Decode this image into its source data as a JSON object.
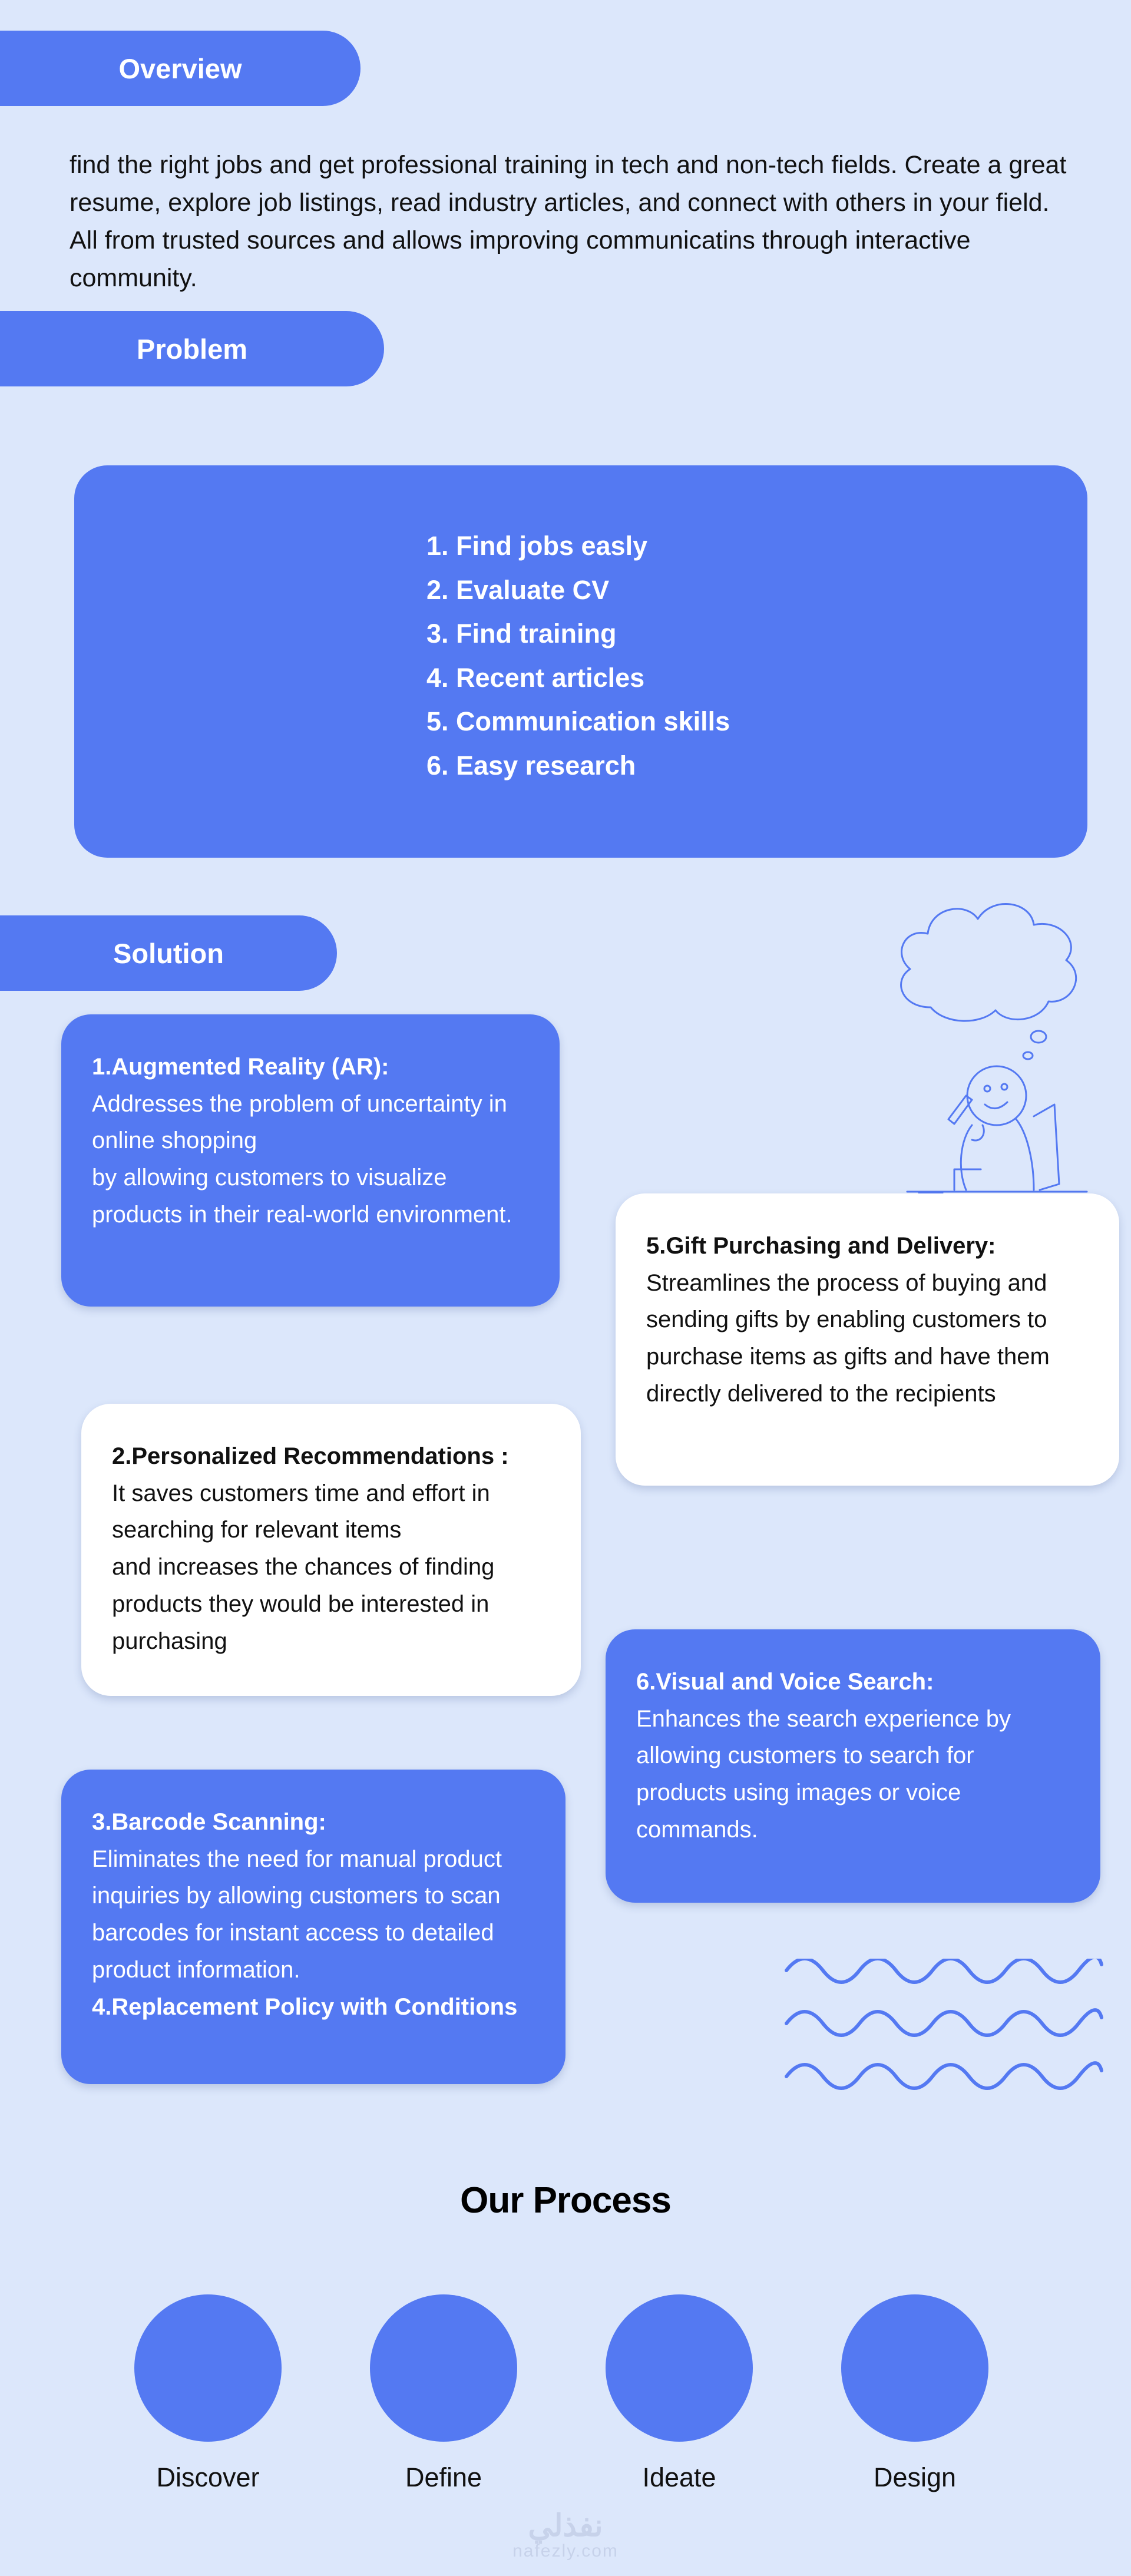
{
  "overview": {
    "heading": "Overview",
    "text": "find the right jobs and get professional training in tech and non-tech fields. Create a great resume, explore job listings, read industry articles, and connect with others in your field. All from trusted sources and allows improving communicatins through interactive community."
  },
  "problem": {
    "heading": "Problem",
    "items": [
      "1. Find jobs easly",
      "2. Evaluate CV",
      "3. Find training",
      "4. Recent articles",
      "5. Communication skills",
      "6. Easy research"
    ]
  },
  "solution": {
    "heading": "Solution",
    "cards": [
      {
        "title": "1.Augmented Reality (AR):",
        "body": "Addresses the problem of uncertainty in online shopping\n by allowing customers to visualize products in their real-world environment."
      },
      {
        "title": "5.Gift Purchasing and Delivery:",
        "body": " Streamlines the process of buying and sending gifts by enabling customers to purchase items as gifts and have them directly delivered to the recipients"
      },
      {
        "title": "2.Personalized Recommendations :",
        "body": "It saves customers time and effort in searching for relevant items\n and increases the chances of finding products they would be interested in purchasing"
      },
      {
        "title": "6.Visual and Voice Search:",
        "body": "Enhances the search experience by allowing customers to search for products using images or voice commands."
      },
      {
        "title": "3.Barcode Scanning:",
        "body": " Eliminates the need for manual product inquiries by allowing customers to scan\n barcodes for instant access to detailed product information.",
        "extra": "4.Replacement Policy with Conditions"
      }
    ],
    "illustration_icon": "thinking-person-icon",
    "decoration_icon": "wave-lines-icon"
  },
  "process": {
    "heading": "Our Process",
    "steps": [
      "Discover",
      "Define",
      "Ideate",
      "Design"
    ]
  },
  "watermark": {
    "arabic": "نفذلي",
    "latin": "nafezly.com"
  },
  "colors": {
    "background": "#dce7fb",
    "accent": "#5479f2",
    "card_white": "#ffffff"
  }
}
